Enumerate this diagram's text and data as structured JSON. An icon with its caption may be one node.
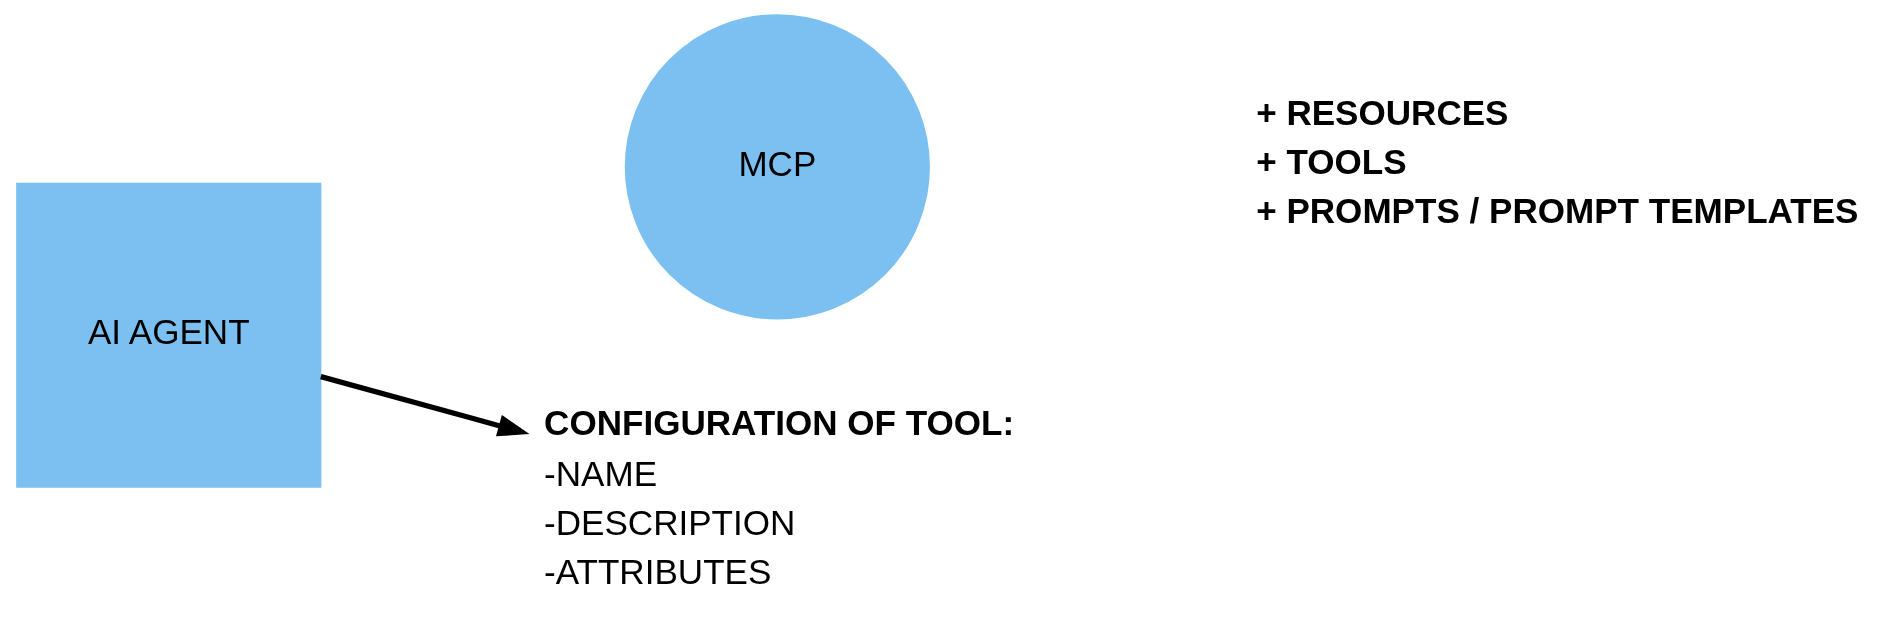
{
  "diagram": {
    "nodes": [
      {
        "text": [
          "AI AGENT"
        ]
      },
      {
        "text": [
          "MCP"
        ]
      },
      {
        "text": [
          "CONFIGURATION OF TOOL:",
          "-NAME",
          "-DESCRIPTION",
          "-ATTRIBUTES"
        ]
      }
    ],
    "edges": [
      {
        "from": 0,
        "to": 2,
        "arrow": "to"
      }
    ],
    "labels": [
      "+ RESOURCES",
      "+ TOOLS",
      "+ PROMPTS / PROMPT TEMPLATES"
    ]
  }
}
